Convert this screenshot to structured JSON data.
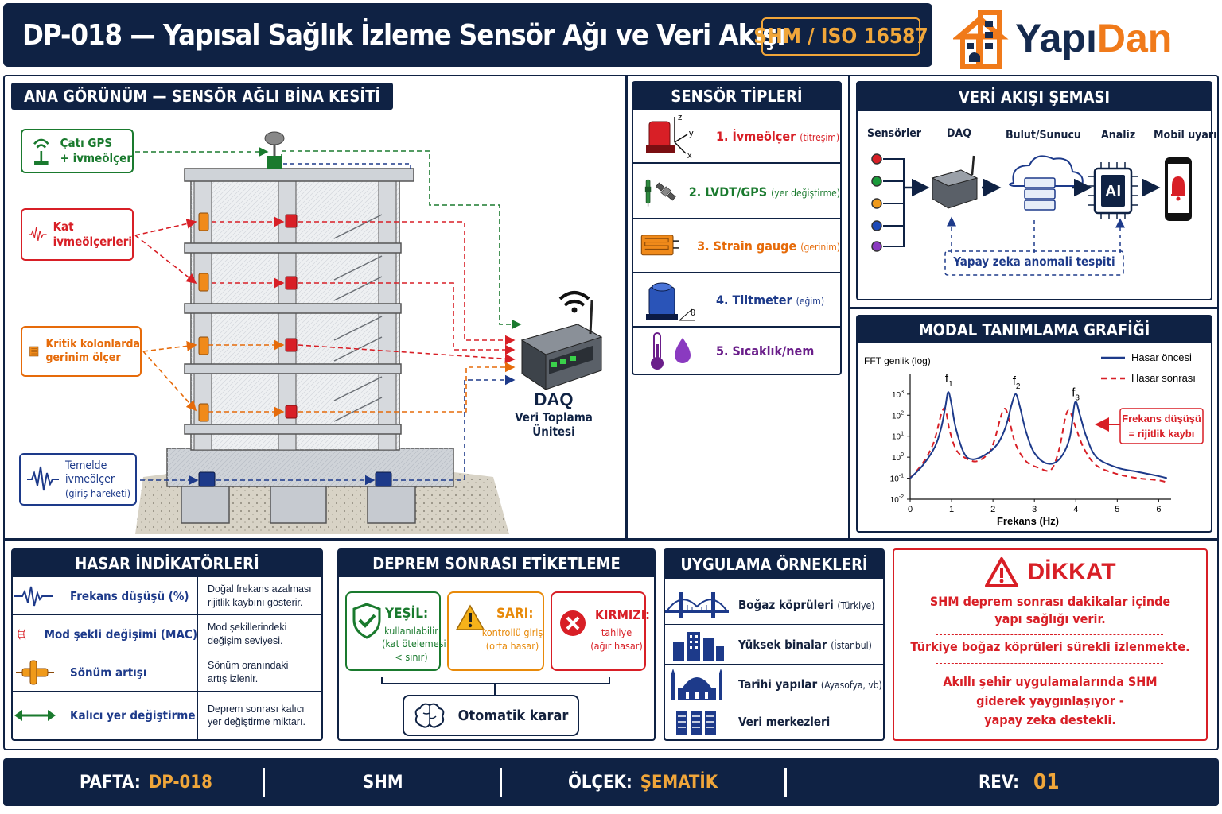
{
  "header": {
    "title": "DP-018 — Yapısal Sağlık İzleme Sensör Ağı ve Veri Akışı",
    "badge": "SHM / ISO 16587"
  },
  "logo": {
    "part1": "Yapı",
    "part2": "Dan"
  },
  "main_view": {
    "title": "ANA GÖRÜNÜM — SENSÖR AĞLI BİNA KESİTİ",
    "callouts": {
      "roof_gps": [
        "Çatı GPS",
        "+ ivmeölçer"
      ],
      "floor_acc": [
        "Kat",
        "ivmeölçerleri"
      ],
      "strain": [
        "Kritik kolonlarda",
        "gerinim ölçer"
      ],
      "foundation": [
        "Temelde",
        "ivmeölçer",
        "(giriş hareketi)"
      ]
    },
    "daq": {
      "title": "DAQ",
      "subtitle": [
        "Veri Toplama",
        "Ünitesi"
      ]
    }
  },
  "sensor_types": {
    "title": "SENSÖR TİPLERİ",
    "items": [
      {
        "num": "1.",
        "name": "İvmeölçer",
        "note": "(titreşim)",
        "color": "#d81f26"
      },
      {
        "num": "2.",
        "name": "LVDT/GPS",
        "note": "(yer değiştirme)",
        "color": "#1a7a2e"
      },
      {
        "num": "3.",
        "name": "Strain gauge",
        "note": "(gerinim)",
        "color": "#e66b0a"
      },
      {
        "num": "4.",
        "name": "Tiltmeter",
        "note": "(eğim)",
        "color": "#1d3a8a"
      },
      {
        "num": "5.",
        "name": "Sıcaklık/nem",
        "note": "",
        "color": "#6a1e8a"
      }
    ],
    "axes": {
      "z": "z",
      "y": "y",
      "x": "x",
      "theta": "θ"
    }
  },
  "data_flow": {
    "title": "VERİ AKIŞI ŞEMASI",
    "nodes": [
      "Sensörler",
      "DAQ",
      "Bulut/Sunucu",
      "Analiz",
      "Mobil uyarı"
    ],
    "ai_chip": "AI",
    "ai_note": "Yapay zeka anomali tespiti"
  },
  "modal_chart": {
    "title": "MODAL TANIMLAMA GRAFİĞİ",
    "annotation": [
      "Frekans düşüşü",
      "= rijitlik kaybı"
    ],
    "peak_labels": [
      "f",
      "f",
      "f"
    ],
    "peak_subs": [
      "1",
      "2",
      "3"
    ]
  },
  "chart_data": {
    "type": "line",
    "xlabel": "Frekans (Hz)",
    "ylabel": "FFT genlik (log)",
    "xlim": [
      0,
      6.3
    ],
    "ylim": [
      -2,
      3.6
    ],
    "y_scale": "log",
    "x_ticks": [
      "0",
      "1",
      "2",
      "3",
      "4",
      "5",
      "6"
    ],
    "y_ticks": [
      {
        "b": "10",
        "e": "3"
      },
      {
        "b": "10",
        "e": "2"
      },
      {
        "b": "10",
        "e": "1"
      },
      {
        "b": "10",
        "e": "0"
      },
      {
        "b": "10",
        "e": "-1"
      },
      {
        "b": "10",
        "e": "-2"
      }
    ],
    "legend_position": "top-right",
    "series": [
      {
        "name": "Hasar öncesi",
        "color": "#1d3a8a",
        "dash": "",
        "x": [
          0,
          0.3,
          0.6,
          0.75,
          0.85,
          0.92,
          1.0,
          1.1,
          1.3,
          1.5,
          1.8,
          2.1,
          2.3,
          2.45,
          2.55,
          2.65,
          2.8,
          3.0,
          3.3,
          3.6,
          3.85,
          3.98,
          4.1,
          4.25,
          4.5,
          5.0,
          5.5,
          6.0,
          6.2
        ],
        "y": [
          -1.0,
          -0.4,
          0.5,
          1.4,
          2.4,
          3.1,
          2.5,
          1.4,
          0.2,
          -0.1,
          0.1,
          0.6,
          1.4,
          2.5,
          3.0,
          2.4,
          1.2,
          0.2,
          -0.3,
          -0.1,
          0.9,
          2.6,
          2.0,
          1.0,
          0.0,
          -0.5,
          -0.7,
          -0.9,
          -1.0
        ]
      },
      {
        "name": "Hasar sonrası",
        "color": "#d81f26",
        "dash": "7 5",
        "x": [
          0,
          0.3,
          0.55,
          0.68,
          0.76,
          0.85,
          0.95,
          1.1,
          1.3,
          1.6,
          1.9,
          2.05,
          2.2,
          2.3,
          2.4,
          2.55,
          2.8,
          3.1,
          3.4,
          3.6,
          3.75,
          3.85,
          4.0,
          4.2,
          4.5,
          5.0,
          5.5,
          6.0,
          6.2
        ],
        "y": [
          -1.0,
          -0.3,
          0.6,
          1.5,
          2.1,
          2.3,
          1.3,
          0.4,
          0.0,
          -0.2,
          0.2,
          0.9,
          2.0,
          2.3,
          1.7,
          0.6,
          -0.2,
          -0.5,
          -0.6,
          0.4,
          1.9,
          2.2,
          1.4,
          0.4,
          -0.4,
          -0.8,
          -1.0,
          -1.1,
          -1.2
        ]
      }
    ]
  },
  "damage": {
    "title": "HASAR İNDİKATÖRLERİ",
    "rows": [
      {
        "name": "Frekans düşüşü (%)",
        "desc": [
          "Doğal frekans azalması",
          "rijitlik kaybını gösterir."
        ]
      },
      {
        "name": "Mod şekli değişimi (MAC)",
        "desc": [
          "Mod şekillerindeki",
          "değişim seviyesi."
        ]
      },
      {
        "name": "Sönüm artışı",
        "desc": [
          "Sönüm oranındaki",
          "artış izlenir."
        ]
      },
      {
        "name": "Kalıcı yer değiştirme",
        "desc": [
          "Deprem sonrası kalıcı",
          "yer değiştirme miktarı."
        ]
      }
    ]
  },
  "tagging": {
    "title": "DEPREM SONRASI ETİKETLEME",
    "green": {
      "title": "YEŞİL:",
      "lines": [
        "kullanılabilir",
        "(kat ötelemesi",
        "< sınır)"
      ],
      "color": "#1a7a2e"
    },
    "yellow": {
      "title": "SARI:",
      "lines": [
        "kontrollü giriş",
        "(orta hasar)"
      ],
      "color": "#e88a0a"
    },
    "red": {
      "title": "KIRMIZI:",
      "lines": [
        "tahliye",
        "(ağır hasar)"
      ],
      "color": "#d81f26"
    },
    "auto": "Otomatik karar"
  },
  "applications": {
    "title": "UYGULAMA ÖRNEKLERİ",
    "items": [
      {
        "name": "Boğaz köprüleri",
        "note": "(Türkiye)"
      },
      {
        "name": "Yüksek binalar",
        "note": "(İstanbul)"
      },
      {
        "name": "Tarihi yapılar",
        "note": "(Ayasofya, vb)"
      },
      {
        "name": "Veri merkezleri",
        "note": ""
      }
    ]
  },
  "warning": {
    "title": "DİKKAT",
    "p1": [
      "SHM deprem sonrası dakikalar içinde",
      "yapı sağlığı verir."
    ],
    "p2": [
      "Türkiye boğaz köprüleri sürekli izlenmekte."
    ],
    "p3": [
      "Akıllı şehir uygulamalarında SHM",
      "giderek yaygınlaşıyor -",
      "yapay zeka destekli."
    ]
  },
  "footer": {
    "sheet_label": "PAFTA:",
    "sheet_value": "DP-018",
    "system": "SHM",
    "scale_label": "ÖLÇEK:",
    "scale_value": "ŞEMATİK",
    "rev_label": "REV:",
    "rev_value": "01"
  },
  "colors": {
    "navy": "#0f2244",
    "orange": "#f07a1a",
    "red": "#d81f26",
    "green": "#1a7a2e",
    "blue": "#1d3a8a",
    "purple": "#6a1e8a"
  }
}
